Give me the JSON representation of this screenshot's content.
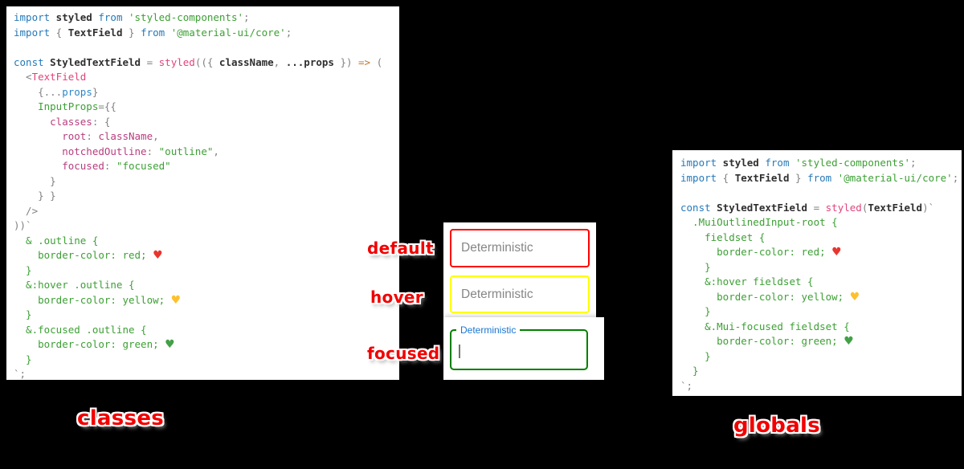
{
  "annotations": {
    "default": "default",
    "hover": "hover",
    "focused": "focused",
    "classes": "classes",
    "globals": "globals"
  },
  "fields": {
    "default": {
      "placeholder": "Deterministic",
      "border_color": "#ff0000"
    },
    "hover": {
      "placeholder": "Deterministic",
      "border_color": "#ffff00"
    },
    "focused": {
      "label": "Deterministic",
      "border_color": "#008000",
      "label_color": "#1976d2"
    }
  },
  "colors": {
    "background": "#000000",
    "panel": "#ffffff",
    "annotation_red": "#f20000",
    "keyword_blue": "#2679b8",
    "string_green": "#3da035",
    "property_magenta": "#b83d7e",
    "function_pink": "#e0447c",
    "punctuation_gray": "#828282",
    "arrow_orange": "#bf7a34",
    "heart_red": "#e8352e",
    "heart_yellow": "#fdc12d",
    "heart_green": "#43a047"
  },
  "code_blocks": {
    "classes": {
      "lines": [
        [
          [
            "k",
            "import"
          ],
          [
            "i",
            " styled"
          ],
          [
            "k",
            " from"
          ],
          [
            "s",
            " 'styled-components'"
          ],
          [
            "o",
            ";"
          ]
        ],
        [
          [
            "k",
            "import"
          ],
          [
            "o",
            " {"
          ],
          [
            "i",
            " TextField"
          ],
          [
            "o",
            " }"
          ],
          [
            "k",
            " from"
          ],
          [
            "s",
            " '@material-ui/core'"
          ],
          [
            "o",
            ";"
          ]
        ],
        [],
        [
          [
            "k",
            "const"
          ],
          [
            "i",
            " StyledTextField"
          ],
          [
            "o",
            " ="
          ],
          [
            "f",
            " styled"
          ],
          [
            "o",
            "(({"
          ],
          [
            "i",
            " className"
          ],
          [
            "o",
            ","
          ],
          [
            "i",
            " ...props"
          ],
          [
            "o",
            " })"
          ],
          [
            "a",
            " =>"
          ],
          [
            "o",
            " ("
          ]
        ],
        [
          [
            "o",
            "  <"
          ],
          [
            "t",
            "TextField"
          ]
        ],
        [
          [
            "o",
            "    {..."
          ],
          [
            "b",
            "props"
          ],
          [
            "o",
            "}"
          ]
        ],
        [
          [
            "g",
            "    InputProps"
          ],
          [
            "o",
            "={{"
          ]
        ],
        [
          [
            "p",
            "      classes"
          ],
          [
            "o",
            ": {"
          ]
        ],
        [
          [
            "p",
            "        root"
          ],
          [
            "o",
            ": "
          ],
          [
            "p",
            "className"
          ],
          [
            "o",
            ","
          ]
        ],
        [
          [
            "p",
            "        notchedOutline"
          ],
          [
            "o",
            ": "
          ],
          [
            "s",
            "\"outline\""
          ],
          [
            "o",
            ","
          ]
        ],
        [
          [
            "p",
            "        focused"
          ],
          [
            "o",
            ": "
          ],
          [
            "s",
            "\"focused\""
          ]
        ],
        [
          [
            "o",
            "      }"
          ]
        ],
        [
          [
            "o",
            "    } }"
          ]
        ],
        [
          [
            "o",
            "  />"
          ]
        ],
        [
          [
            "o",
            "))`"
          ]
        ],
        [
          [
            "g",
            "  & .outline {"
          ]
        ],
        [
          [
            "g",
            "    border-color: red; "
          ],
          [
            "hr",
            "♥"
          ]
        ],
        [
          [
            "g",
            "  }"
          ]
        ],
        [
          [
            "g",
            "  &:hover .outline {"
          ]
        ],
        [
          [
            "g",
            "    border-color: yellow; "
          ],
          [
            "hy",
            "♥"
          ]
        ],
        [
          [
            "g",
            "  }"
          ]
        ],
        [
          [
            "g",
            "  &.focused .outline {"
          ]
        ],
        [
          [
            "g",
            "    border-color: green; "
          ],
          [
            "hg",
            "♥"
          ]
        ],
        [
          [
            "g",
            "  }"
          ]
        ],
        [
          [
            "o",
            "`;"
          ]
        ]
      ]
    },
    "globals": {
      "lines": [
        [
          [
            "k",
            "import"
          ],
          [
            "i",
            " styled"
          ],
          [
            "k",
            " from"
          ],
          [
            "s",
            " 'styled-components'"
          ],
          [
            "o",
            ";"
          ]
        ],
        [
          [
            "k",
            "import"
          ],
          [
            "o",
            " {"
          ],
          [
            "i",
            " TextField"
          ],
          [
            "o",
            " }"
          ],
          [
            "k",
            " from"
          ],
          [
            "s",
            " '@material-ui/core'"
          ],
          [
            "o",
            ";"
          ]
        ],
        [],
        [
          [
            "k",
            "const"
          ],
          [
            "i",
            " StyledTextField"
          ],
          [
            "o",
            " ="
          ],
          [
            "f",
            " styled"
          ],
          [
            "o",
            "("
          ],
          [
            "i",
            "TextField"
          ],
          [
            "o",
            ")`"
          ]
        ],
        [
          [
            "g",
            "  .MuiOutlinedInput-root {"
          ]
        ],
        [
          [
            "g",
            "    fieldset {"
          ]
        ],
        [
          [
            "g",
            "      border-color: red; "
          ],
          [
            "hr",
            "♥"
          ]
        ],
        [
          [
            "g",
            "    }"
          ]
        ],
        [
          [
            "g",
            "    &:hover fieldset {"
          ]
        ],
        [
          [
            "g",
            "      border-color: yellow; "
          ],
          [
            "hy",
            "♥"
          ]
        ],
        [
          [
            "g",
            "    }"
          ]
        ],
        [
          [
            "g",
            "    &.Mui-focused fieldset {"
          ]
        ],
        [
          [
            "g",
            "      border-color: green; "
          ],
          [
            "hg",
            "♥"
          ]
        ],
        [
          [
            "g",
            "    }"
          ]
        ],
        [
          [
            "g",
            "  }"
          ]
        ],
        [
          [
            "o",
            "`;"
          ]
        ]
      ]
    }
  }
}
